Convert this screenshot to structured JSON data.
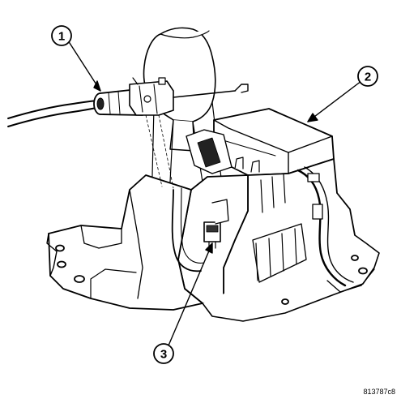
{
  "callouts": [
    {
      "number": "1"
    },
    {
      "number": "2"
    },
    {
      "number": "3"
    }
  ],
  "figure_id": "813787c8",
  "colors": {
    "ink": "#000000",
    "paper": "#ffffff",
    "shadow": "#2a2a2a"
  }
}
